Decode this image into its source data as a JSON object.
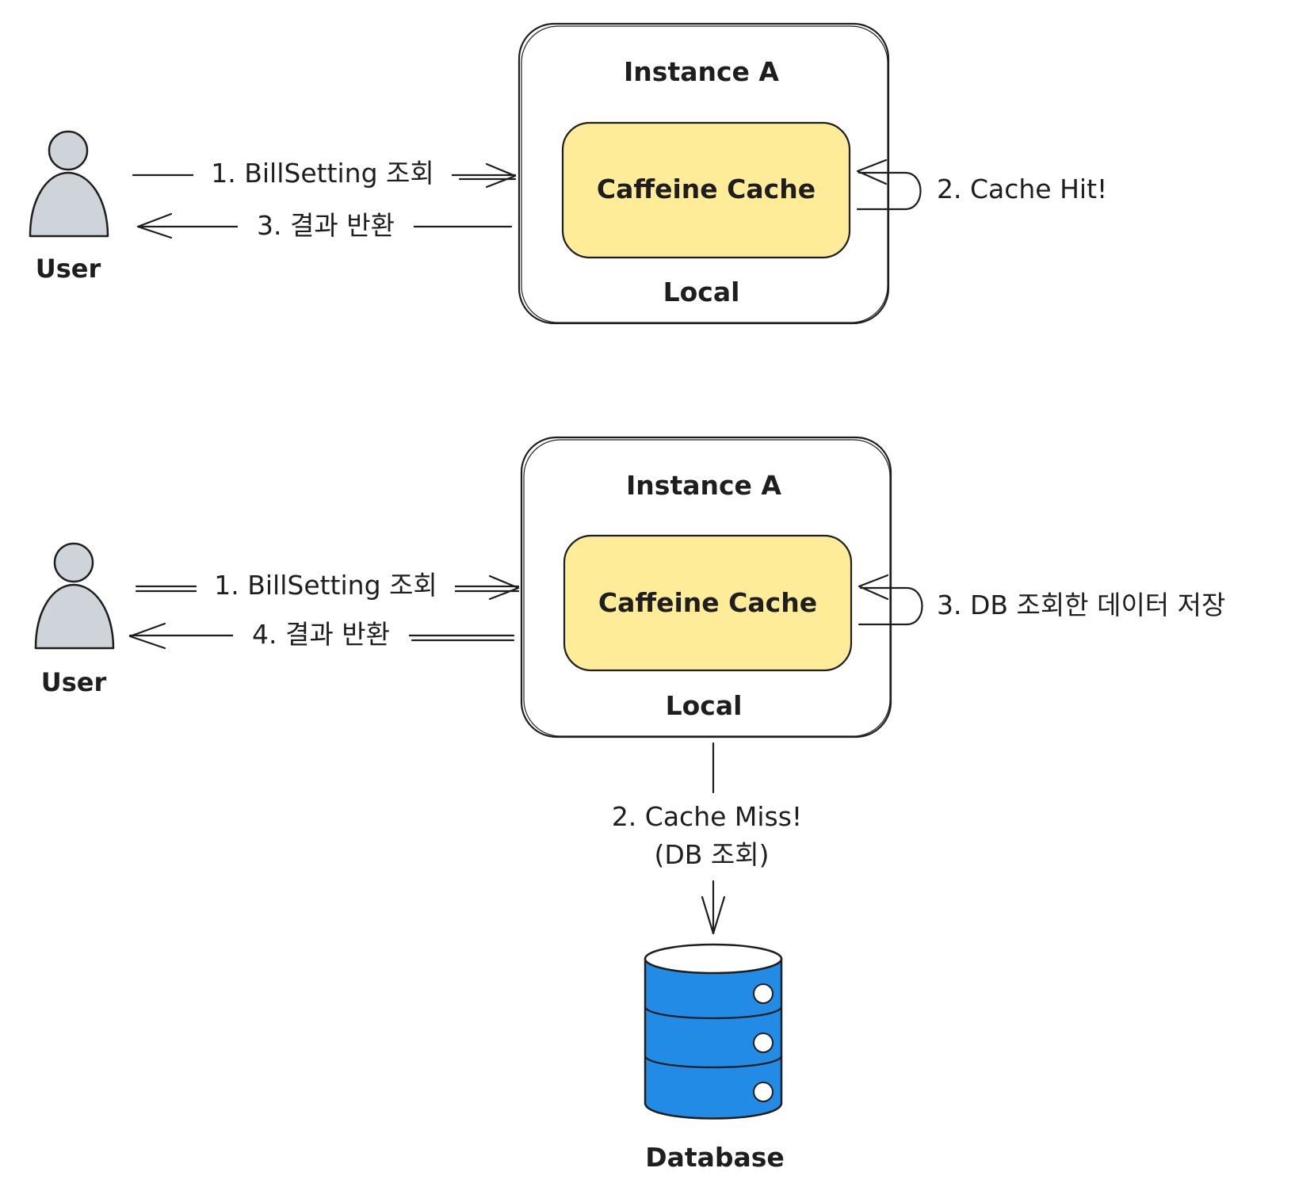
{
  "top": {
    "user_label": "User",
    "instance_title": "Instance A",
    "cache_label": "Caffeine Cache",
    "local_label": "Local",
    "request_label": "1. BillSetting 조회",
    "response_label": "3. 결과 반환",
    "self_label": "2. Cache Hit!"
  },
  "bottom": {
    "user_label": "User",
    "instance_title": "Instance A",
    "cache_label": "Caffeine Cache",
    "local_label": "Local",
    "request_label": "1. BillSetting 조회",
    "response_label": "4. 결과 반환",
    "self_label": "3. DB 조회한 데이터 저장",
    "db_edge_label_line1": "2. Cache Miss!",
    "db_edge_label_line2": "(DB 조회)",
    "database_label": "Database"
  },
  "colors": {
    "stroke": "#1e1e1e",
    "cache_fill": "#ffec99",
    "user_fill": "#ced4da",
    "db_fill": "#228be6",
    "db_stroke": "#1971c2"
  }
}
